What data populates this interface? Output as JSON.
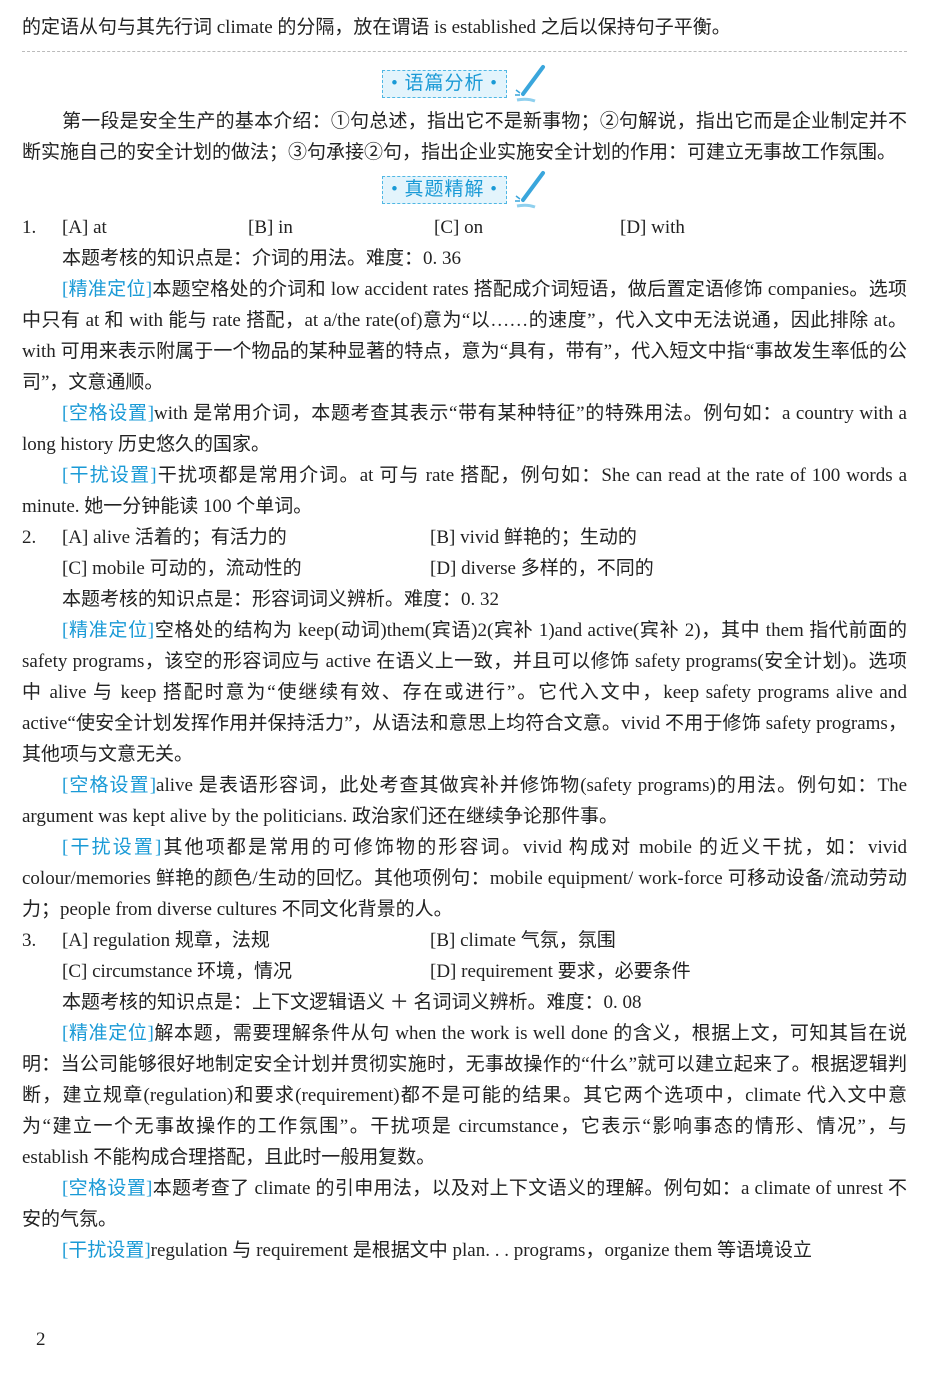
{
  "top_line": "的定语从句与其先行词 climate 的分隔，放在谓语 is established 之后以保持句子平衡。",
  "section1": {
    "title": "语篇分析",
    "paragraph": "第一段是安全生产的基本介绍：①句总述，指出它不是新事物；②句解说，指出它而是企业制定并不断实施自己的安全计划的做法；③句承接②句，指出企业实施安全计划的作用：可建立无事故工作氛围。"
  },
  "section2": {
    "title": "真题精解"
  },
  "questions": [
    {
      "num": "1.",
      "options": [
        "[A] at",
        "[B] in",
        "[C] on",
        "[D] with"
      ],
      "difficulty": "本题考核的知识点是：介词的用法。难度：0. 36",
      "notes": [
        {
          "tag": "[精准定位]",
          "text": "本题空格处的介词和 low accident rates 搭配成介词短语，做后置定语修饰 companies。选项中只有 at 和 with 能与 rate 搭配，at a/the rate(of)意为“以……的速度”，代入文中无法说通，因此排除 at。with 可用来表示附属于一个物品的某种显著的特点，意为“具有，带有”，代入短文中指“事故发生率低的公司”，文意通顺。"
        },
        {
          "tag": "[空格设置]",
          "text": "with 是常用介词，本题考查其表示“带有某种特征”的特殊用法。例句如：a country with a long history 历史悠久的国家。"
        },
        {
          "tag": "[干扰设置]",
          "text": "干扰项都是常用介词。at 可与 rate 搭配，例句如：She can read at the rate of 100 words a minute. 她一分钟能读 100 个单词。"
        }
      ]
    },
    {
      "num": "2.",
      "options": [
        "[A] alive 活着的；有活力的",
        "[B] vivid 鲜艳的；生动的",
        "[C] mobile 可动的，流动性的",
        "[D] diverse 多样的，不同的"
      ],
      "difficulty": "本题考核的知识点是：形容词词义辨析。难度：0. 32",
      "notes": [
        {
          "tag": "[精准定位]",
          "text": "空格处的结构为 keep(动词)them(宾语)2(宾补 1)and active(宾补 2)，其中 them 指代前面的 safety programs，该空的形容词应与 active 在语义上一致，并且可以修饰 safety programs(安全计划)。选项中 alive 与 keep 搭配时意为“使继续有效、存在或进行”。它代入文中，keep safety programs alive and active“使安全计划发挥作用并保持活力”，从语法和意思上均符合文意。vivid 不用于修饰 safety programs，其他项与文意无关。"
        },
        {
          "tag": "[空格设置]",
          "text": "alive 是表语形容词，此处考查其做宾补并修饰物(safety programs)的用法。例句如：The argument was kept alive by the politicians. 政治家们还在继续争论那件事。"
        },
        {
          "tag": "[干扰设置]",
          "text": "其他项都是常用的可修饰物的形容词。vivid 构成对 mobile 的近义干扰，如：vivid colour/memories 鲜艳的颜色/生动的回忆。其他项例句：mobile equipment/ work-force 可移动设备/流动劳动力；people from diverse cultures 不同文化背景的人。"
        }
      ]
    },
    {
      "num": "3.",
      "options": [
        "[A] regulation 规章，法规",
        "[B] climate 气氛，氛围",
        "[C] circumstance 环境，情况",
        "[D] requirement 要求，必要条件"
      ],
      "difficulty": "本题考核的知识点是：上下文逻辑语义 ＋ 名词词义辨析。难度：0. 08",
      "notes": [
        {
          "tag": "[精准定位]",
          "text": "解本题，需要理解条件从句 when the work is well done 的含义，根据上文，可知其旨在说明：当公司能够很好地制定安全计划并贯彻实施时，无事故操作的“什么”就可以建立起来了。根据逻辑判断，建立规章(regulation)和要求(requirement)都不是可能的结果。其它两个选项中，climate 代入文中意为“建立一个无事故操作的工作氛围”。干扰项是 circumstance，它表示“影响事态的情形、情况”，与 establish 不能构成合理搭配，且此时一般用复数。"
        },
        {
          "tag": "[空格设置]",
          "text": "本题考查了 climate 的引申用法，以及对上下文语义的理解。例句如：a climate of unrest 不安的气氛。"
        },
        {
          "tag": "[干扰设置]",
          "text": "regulation 与 requirement 是根据文中 plan. . . programs，organize them 等语境设立"
        }
      ]
    }
  ],
  "page_number": "2",
  "colors": {
    "accent": "#1a9ad6",
    "header_bg": "#e3f4fc"
  }
}
